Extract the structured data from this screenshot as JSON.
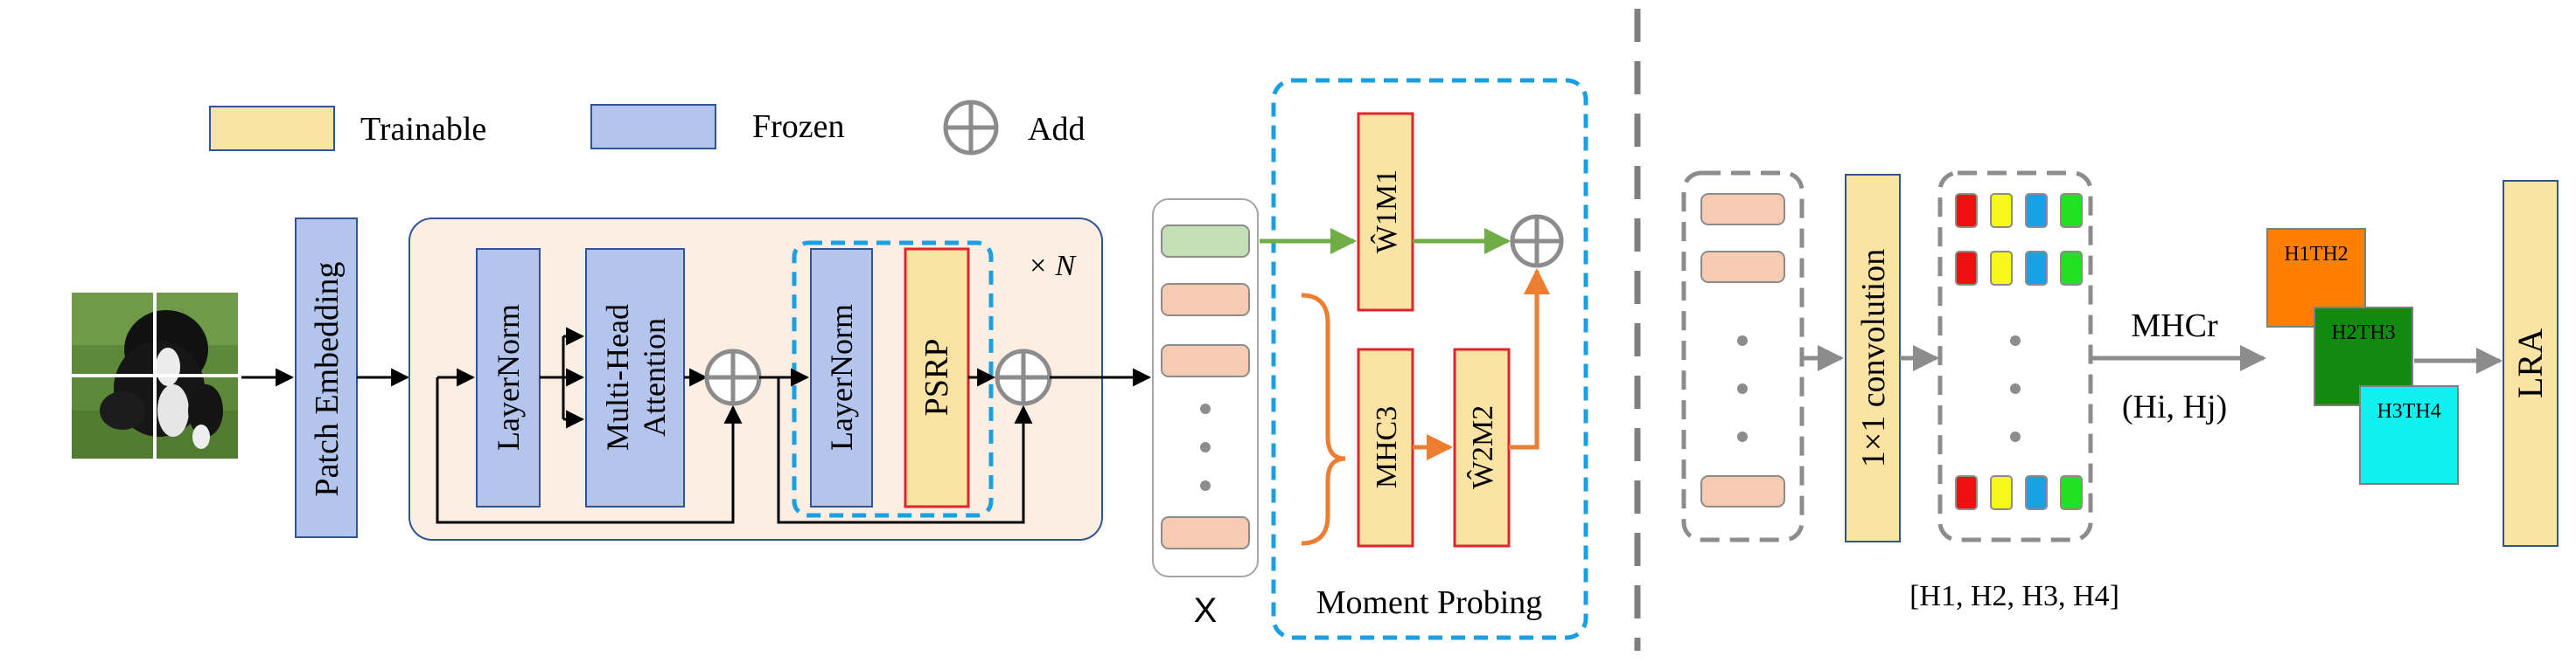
{
  "legend": {
    "trainable": "Trainable",
    "frozen": "Frozen",
    "add": "Add"
  },
  "colors": {
    "trainable": "#fbe3a3",
    "frozen": "#b3c5ec",
    "block_bg": "#fdeee3",
    "token_orange": "#f7cbb2",
    "token_green": "#c5e0b4",
    "dashed_blue": "#1aa0e2",
    "arrow_green": "#70ad47",
    "arrow_orange": "#ed7d31",
    "red_border": "#e0242b",
    "blue_border": "#2f5597",
    "gray": "#8c8c8c"
  },
  "blocks": {
    "patch_embedding": "Patch Embedding",
    "layernorm_1": "LayerNorm",
    "mha_line1": "Multi-Head",
    "mha_line2": "Attention",
    "layernorm_2": "LayerNorm",
    "psrp": "PSRP",
    "times_n": "× N"
  },
  "tokens_label": "X",
  "moment_probing": {
    "title": "Moment Probing",
    "w1m1": "Ŵ1M1",
    "mhc3": "MHC3",
    "w2m2": "Ŵ2M2"
  },
  "right": {
    "conv": "1×1 convolution",
    "mhcr": "MHCr",
    "pair": "(Hi, Hj)",
    "heads": "[H1, H2, H3, H4]",
    "h1h2": "H1TH2",
    "h2h3": "H2TH3",
    "h3h4": "H3TH4",
    "lra": "LRA",
    "tile_colors": [
      "#f01010",
      "#f8f81a",
      "#17a2e6",
      "#22e022"
    ],
    "h_colors": [
      "#ff8000",
      "#108a10",
      "#10f0f0"
    ]
  }
}
